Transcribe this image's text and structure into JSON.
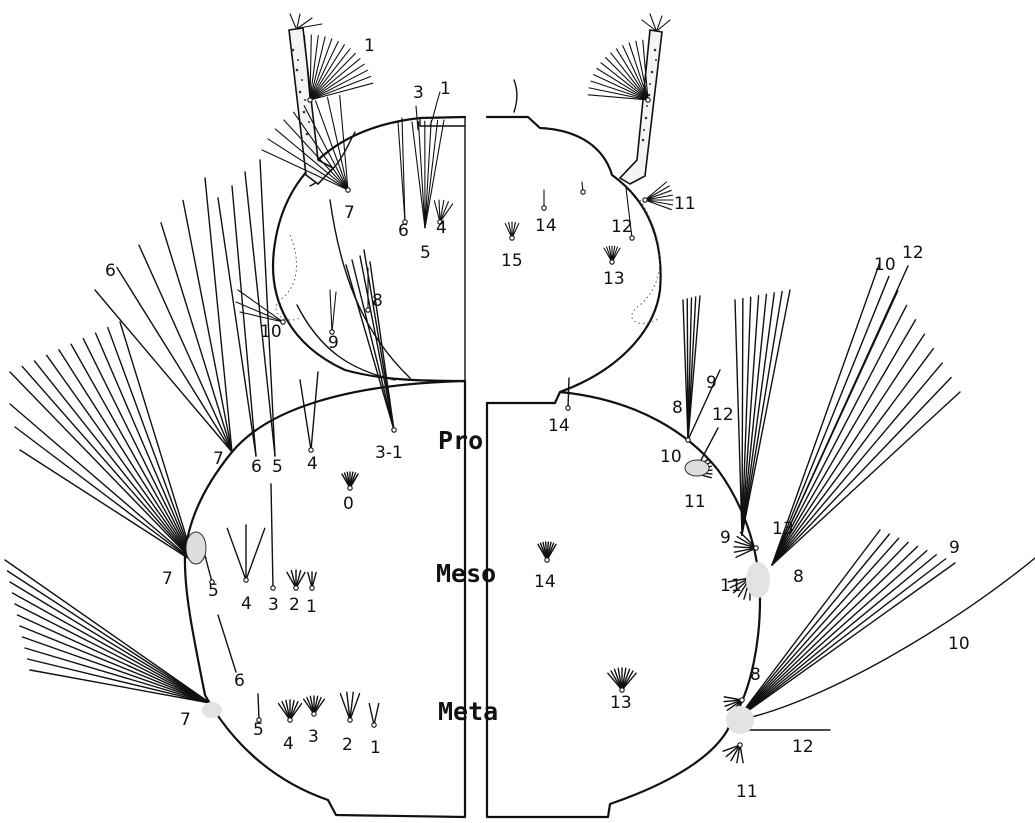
{
  "segments": {
    "pro": "Pro",
    "meso": "Meso",
    "meta": "Meta"
  },
  "labels": {
    "l_ant1": "1",
    "l_3": "3",
    "l_1": "1",
    "l_7": "7",
    "l_6": "6",
    "l_5": "5",
    "l_4": "4",
    "l_8": "8",
    "l_9": "9",
    "l_10": "10",
    "l_pro6": "6",
    "l_pro7": "7",
    "l_pro6b": "6",
    "l_pro5": "5",
    "l_pro4": "4",
    "l_pro31": "3-1",
    "l_pro0": "0",
    "l_mes7": "7",
    "l_mes5": "5",
    "l_mes4": "4",
    "l_mes3": "3",
    "l_mes2": "2",
    "l_mes1": "1",
    "l_met6": "6",
    "l_met7": "7",
    "l_met5": "5",
    "l_met4": "4",
    "l_met3": "3",
    "l_met2": "2",
    "l_met1": "1",
    "r_ant11": "11",
    "r_14": "14",
    "r_12": "12",
    "r_15": "15",
    "r_13": "13",
    "r_10": "10",
    "r_12b": "12",
    "r_pro8": "8",
    "r_pro9": "9",
    "r_pro12": "12",
    "r_pro10": "10",
    "r_pro11": "11",
    "r_pro14": "14",
    "r_mes9": "9",
    "r_mes13": "13",
    "r_mes11": "11",
    "r_mes8": "8",
    "r_mes14": "14",
    "r_met9": "9",
    "r_met10": "10",
    "r_met8": "8",
    "r_met13": "13",
    "r_met12": "12",
    "r_met11": "11"
  }
}
